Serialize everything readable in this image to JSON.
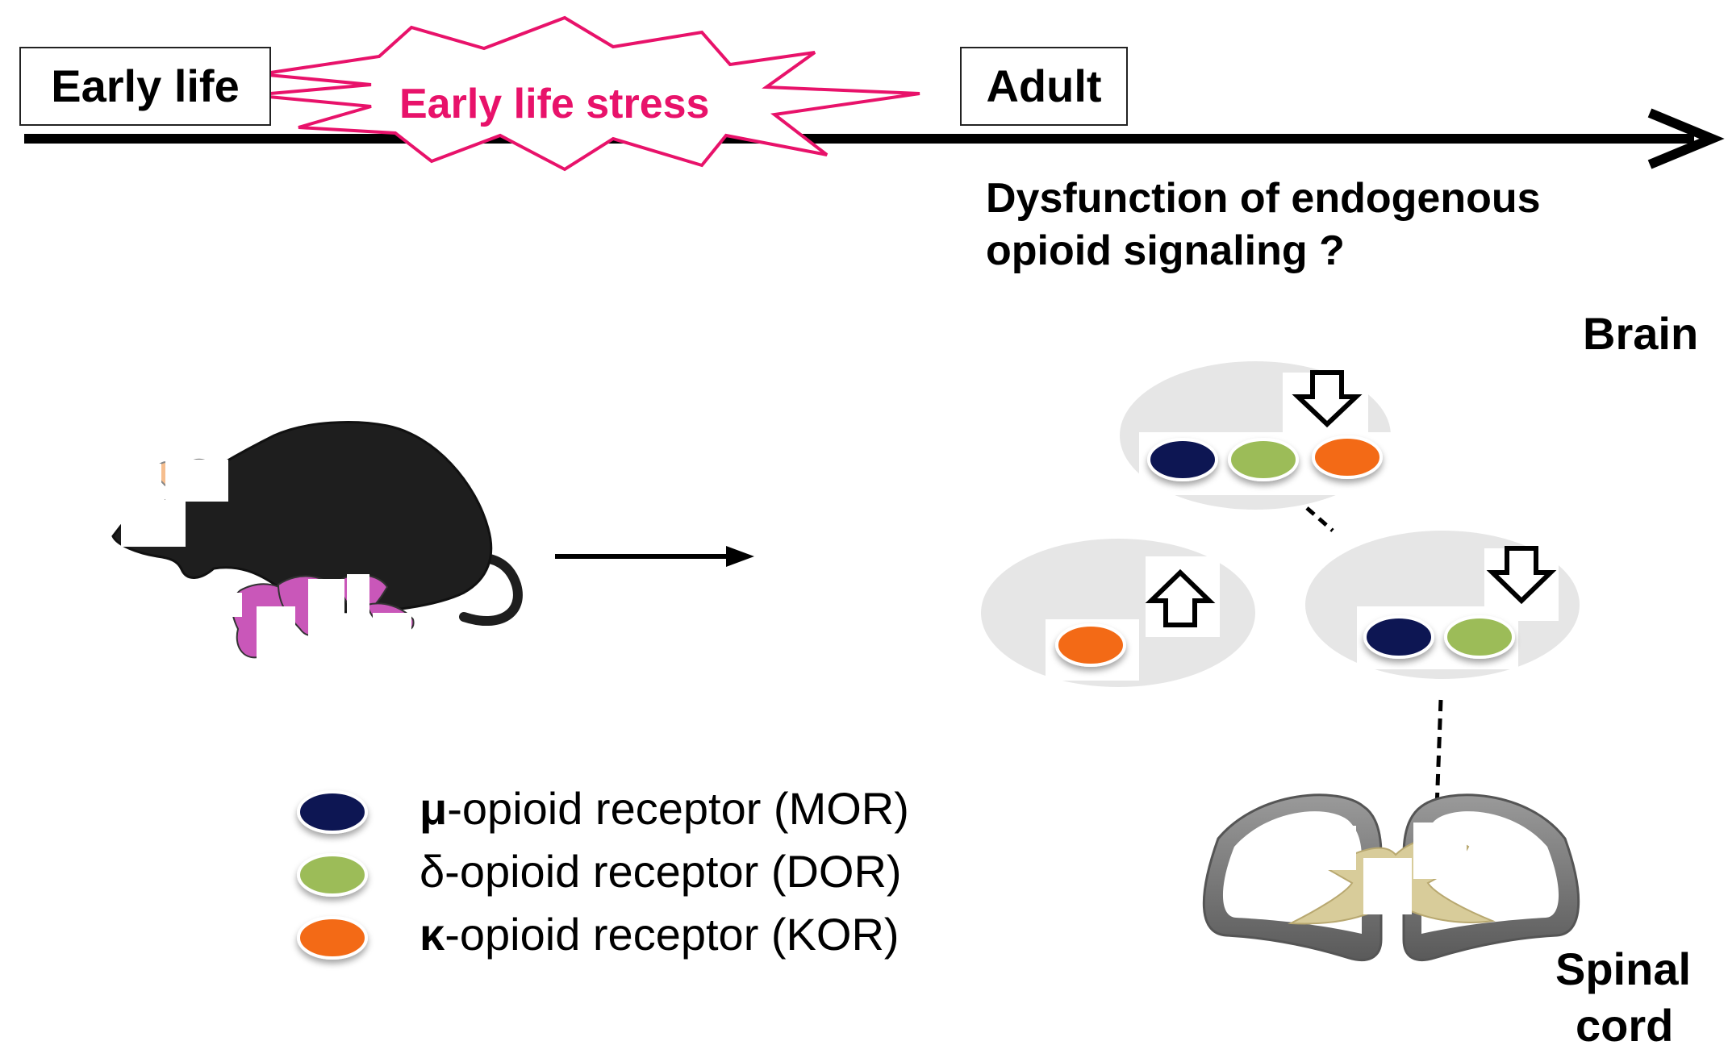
{
  "timeline": {
    "early_life": "Early life",
    "stress": "Early life stress",
    "adult": "Adult"
  },
  "question": {
    "line1": "Dysfunction of endogenous",
    "line2": "opioid signaling ?"
  },
  "labels": {
    "brain": "Brain",
    "spinal_line1": "Spinal",
    "spinal_line2": "cord"
  },
  "legend": [
    {
      "symbol": "μ",
      "text": "-opioid receptor (MOR)",
      "color": "#0d1352"
    },
    {
      "symbol": "δ",
      "text": "-opioid receptor (DOR)",
      "color": "#9cbc59"
    },
    {
      "symbol": "κ",
      "text": "-opioid receptor (KOR)",
      "color": "#f36b13"
    }
  ],
  "colors": {
    "stress": "#e8126a",
    "mor": "#0d1352",
    "dor": "#9cbc59",
    "kor": "#f36b13",
    "mouse_adult": "#1e1e1e",
    "mouse_pup": "#c957b9",
    "ear": "#f6be8e",
    "region_bg": "#e6e6e6",
    "spinal_outer": "#7a7a7a",
    "spinal_inner": "#d8cc9a"
  },
  "regions": [
    {
      "receptors": [
        "mor",
        "dor",
        "kor"
      ],
      "arrow": "down-arrow-icon"
    },
    {
      "receptors": [
        "kor"
      ],
      "arrow": "up-arrow-icon"
    },
    {
      "receptors": [
        "mor",
        "dor"
      ],
      "arrow": "down-arrow-icon"
    }
  ]
}
